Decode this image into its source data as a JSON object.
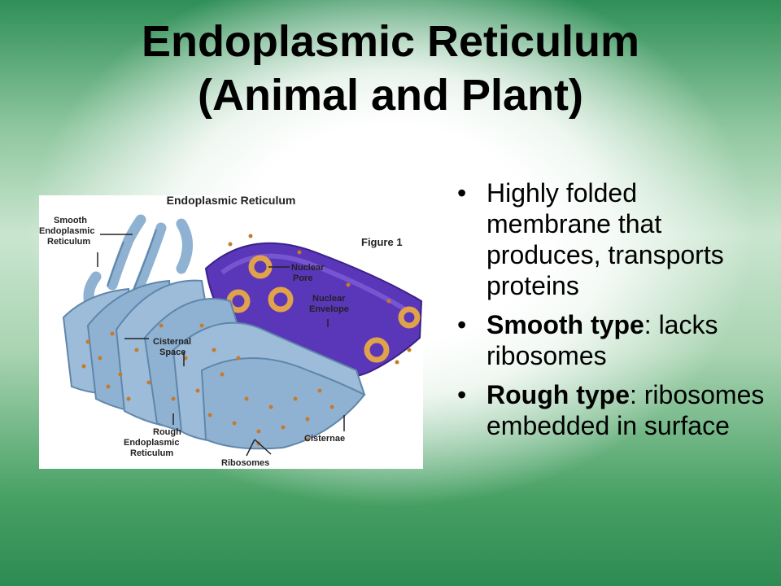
{
  "slide": {
    "title_line1": "Endoplasmic Reticulum",
    "title_line2": "(Animal and Plant)"
  },
  "figure": {
    "heading": "Endoplasmic Reticulum",
    "figure_label": "Figure 1",
    "labels": {
      "smooth_er": [
        "Smooth",
        "Endoplasmic",
        "Reticulum"
      ],
      "nuclear_pore": [
        "Nuclear",
        "Pore"
      ],
      "nuclear_envelope": [
        "Nuclear",
        "Envelope"
      ],
      "cisternal_space": [
        "Cisternal",
        "Space"
      ],
      "rough_er": [
        "Rough",
        "Endoplasmic",
        "Reticulum"
      ],
      "cisternae": "Cisternae",
      "ribosomes": "Ribosomes"
    },
    "colors": {
      "membrane": "#8fb2d2",
      "membrane_dark": "#5f86ab",
      "nucleus": "#5a36b8",
      "ribosome": "#c77a2c"
    }
  },
  "bullets": [
    {
      "bold": "",
      "text": "Highly folded membrane that produces, transports proteins"
    },
    {
      "bold": "Smooth type",
      "text": ": lacks ribosomes"
    },
    {
      "bold": "Rough type",
      "text": ": ribosomes embedded in surface"
    }
  ]
}
